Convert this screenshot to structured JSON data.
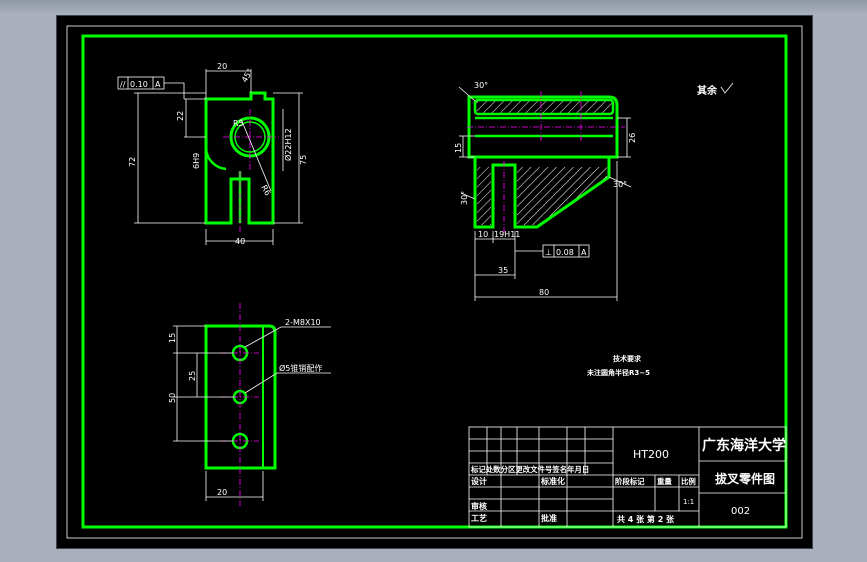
{
  "colors": {
    "background": "#000000",
    "part_outline": "#00ff00",
    "dimension": "#ffffff",
    "centerline": "#ff00ff",
    "window_frame": "#a9b0bb"
  },
  "front_view": {
    "tolerance_symbol": "//",
    "tolerance_value": "0.10",
    "tolerance_datum": "A",
    "dims": {
      "width_top": "20",
      "angle_top": "45°",
      "height_22": "22",
      "slot_6h9": "6H9",
      "height_72": "72",
      "bore": "Ø22H12",
      "height_75": "75",
      "radius": "R5",
      "width_bottom": "40",
      "pin": "R6"
    }
  },
  "side_view": {
    "angle_top": "30°",
    "dim_15": "15",
    "dim_26": "26",
    "angle_right": "30°",
    "angle_left": "30°",
    "dim_10": "10",
    "fit_19h11": "19H11",
    "perp_symbol": "⊥",
    "perp_value": "0.08",
    "perp_datum": "A",
    "dim_35": "35",
    "dim_80": "80",
    "surface_note": "其余"
  },
  "bottom_view": {
    "thread": "2-M8X10",
    "hole_note": "Ø5锥销配作",
    "dim_15": "15",
    "dim_25": "25",
    "dim_50": "50",
    "dim_20": "20"
  },
  "tech_notes": {
    "title": "技术要求",
    "line1": "未注圆角半径R3~5"
  },
  "title_block": {
    "material": "HT200",
    "university": "广东海洋大学",
    "part_name": "拔叉零件图",
    "drawing_no": "002",
    "header_row": "标记处数分区更改文件号签名年月日",
    "design": "设计",
    "standardize": "标准化",
    "stage_mark": "阶段标记",
    "weight": "重量",
    "scale": "比例",
    "scale_value": "1:1",
    "review": "审核",
    "process": "工艺",
    "approve": "批准",
    "sheets": "共 4 张  第 2 张"
  }
}
